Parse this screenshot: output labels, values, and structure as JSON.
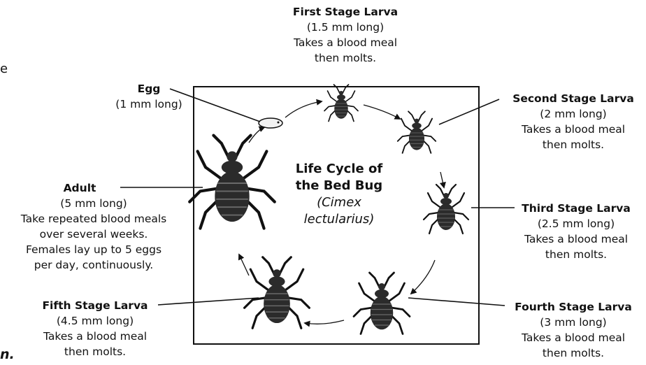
{
  "center": {
    "title_line1": "Life Cycle of",
    "title_line2": "the Bed Bug",
    "species_line1": "(Cimex",
    "species_line2": "lectularius)"
  },
  "stages": {
    "first": {
      "title": "First Stage Larva",
      "size": "(1.5 mm long)",
      "line1": "Takes a blood meal",
      "line2": "then molts."
    },
    "egg": {
      "title": "Egg",
      "size": "(1 mm long)"
    },
    "second": {
      "title": "Second Stage Larva",
      "size": "(2 mm long)",
      "line1": "Takes a blood meal",
      "line2": "then molts."
    },
    "adult": {
      "title": "Adult",
      "size": "(5 mm long)",
      "line1": "Take repeated blood meals",
      "line2": "over several weeks.",
      "line3": "Females lay up to 5 eggs",
      "line4": "per day, continuously."
    },
    "third": {
      "title": "Third Stage Larva",
      "size": "(2.5 mm long)",
      "line1": "Takes a blood meal",
      "line2": "then molts."
    },
    "fifth": {
      "title": "Fifth Stage Larva",
      "size": "(4.5 mm long)",
      "line1": "Takes a blood meal",
      "line2": "then molts."
    },
    "fourth": {
      "title": "Fourth Stage Larva",
      "size": "(3 mm long)",
      "line1": "Takes a blood meal",
      "line2": "then molts."
    }
  },
  "edge_text": {
    "left_top": "e",
    "left_bottom": "n."
  },
  "colors": {
    "bug_fill": "#2b2b2b",
    "bug_stripe": "#555555",
    "egg_fill": "#f2f2f2",
    "line": "#111111"
  }
}
